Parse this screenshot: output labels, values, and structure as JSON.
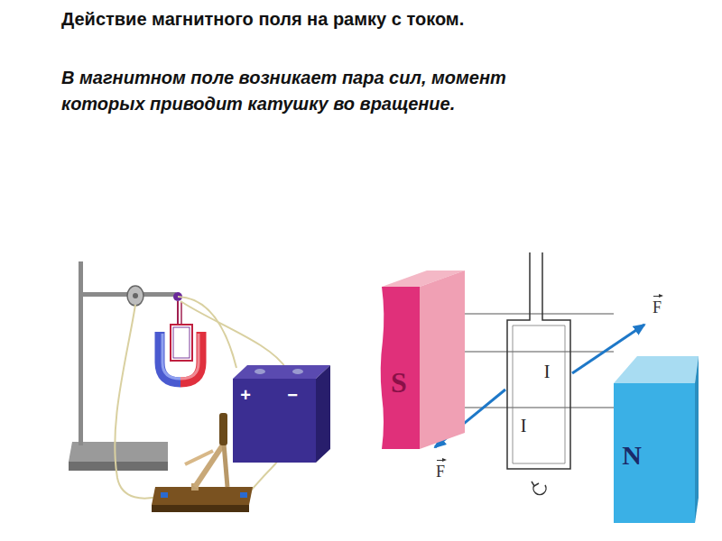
{
  "diagram": {
    "title": "Действие магнитного поля на рамку с током.",
    "caption": "В магнитном поле возникает пара сил, момент которых приводит катушку во вращение.",
    "nodes": [
      {
        "text": [
          "+",
          "−"
        ]
      },
      {
        "text": [
          "S"
        ]
      },
      {
        "text": [
          "I",
          "I"
        ]
      },
      {
        "text": [
          "N"
        ]
      }
    ],
    "labels": [
      "F",
      "F"
    ]
  }
}
